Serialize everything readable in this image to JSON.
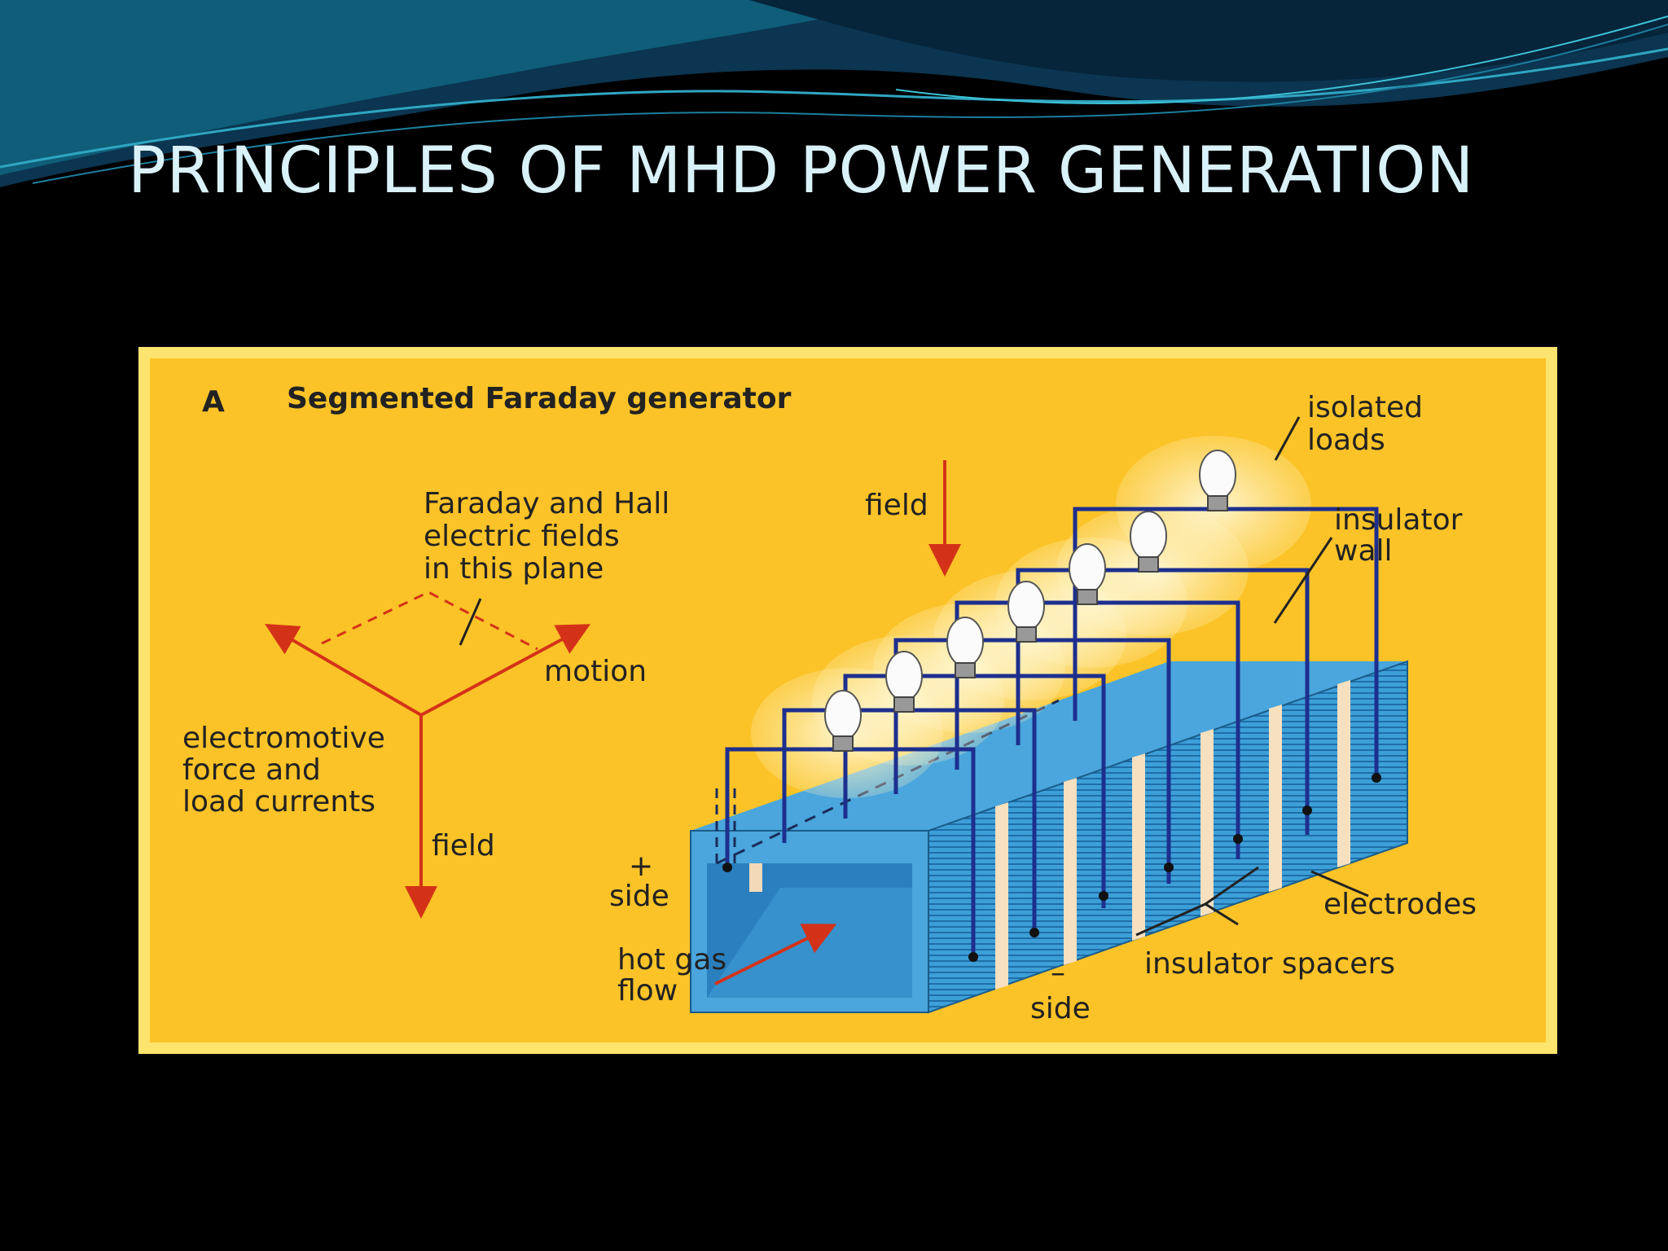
{
  "slide": {
    "title": "PRINCIPLES OF MHD POWER GENERATION"
  },
  "figure": {
    "panel_letter": "A",
    "panel_title": "Segmented Faraday generator",
    "labels": {
      "plane_line1": "Faraday and Hall",
      "plane_line2": "electric fields",
      "plane_line3": "in this plane",
      "motion": "motion",
      "emf_line1": "electromotive",
      "emf_line2": "force and",
      "emf_line3": "load currents",
      "field_axis": "field",
      "field_top": "field",
      "isolated_line1": "isolated",
      "isolated_line2": "loads",
      "insulator_wall_line1": "insulator",
      "insulator_wall_line2": "wall",
      "plus_sign": "+",
      "plus_side": "side",
      "minus_sign": "–",
      "minus_side": "side",
      "hot_gas_line1": "hot gas",
      "hot_gas_line2": "flow",
      "electrodes": "electrodes",
      "insulator_spacers": "insulator spacers"
    }
  },
  "colors": {
    "background": "#000000",
    "title": "#d9f1f8",
    "panel_yellow": "#fbc328",
    "panel_border": "#fde46e",
    "arrow_red": "#d43218",
    "channel_blue": "#3c98d2",
    "wire_blue": "#1d2f8e"
  }
}
